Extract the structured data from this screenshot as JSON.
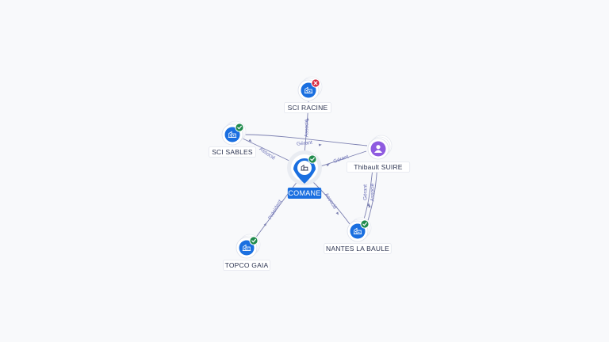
{
  "graph": {
    "nodes": [
      {
        "id": "comane",
        "label": "COMANE",
        "type": "company",
        "status": "active",
        "hub": true
      },
      {
        "id": "sci_racine",
        "label": "SCI RACINE",
        "type": "company",
        "status": "closed"
      },
      {
        "id": "sci_sables",
        "label": "SCI SABLES",
        "type": "company",
        "status": "active"
      },
      {
        "id": "thibault",
        "label": "Thibault SUIRE",
        "type": "person",
        "status": "none"
      },
      {
        "id": "topco",
        "label": "TOPCO GAIA",
        "type": "company",
        "status": "active"
      },
      {
        "id": "nantes",
        "label": "NANTES LA BAULE",
        "type": "company",
        "status": "active"
      }
    ],
    "edges": [
      {
        "from": "comane",
        "to": "sci_racine",
        "label": "Associé"
      },
      {
        "from": "comane",
        "to": "sci_sables",
        "label": "Associé"
      },
      {
        "from": "thibault",
        "to": "comane",
        "label": "Gérant"
      },
      {
        "from": "thibault",
        "to": "sci_sables",
        "label": "Gérant"
      },
      {
        "from": "comane",
        "to": "topco",
        "label": "Président"
      },
      {
        "from": "comane",
        "to": "nantes",
        "label": "Associé"
      },
      {
        "from": "thibault",
        "to": "nantes",
        "label": "Gérant"
      },
      {
        "from": "thibault",
        "to": "nantes",
        "label": "Associé"
      }
    ]
  },
  "colors": {
    "company": "#1a6fe0",
    "person": "#8f5be0",
    "status_active": "#1f8a4c",
    "status_closed": "#d8283f",
    "edge": "#7b7fb0",
    "edge_label": "#6d72b8"
  },
  "icons": {
    "company": "building-icon",
    "person": "user-icon",
    "status_active": "check-badge-icon",
    "status_closed": "cross-badge-icon"
  }
}
